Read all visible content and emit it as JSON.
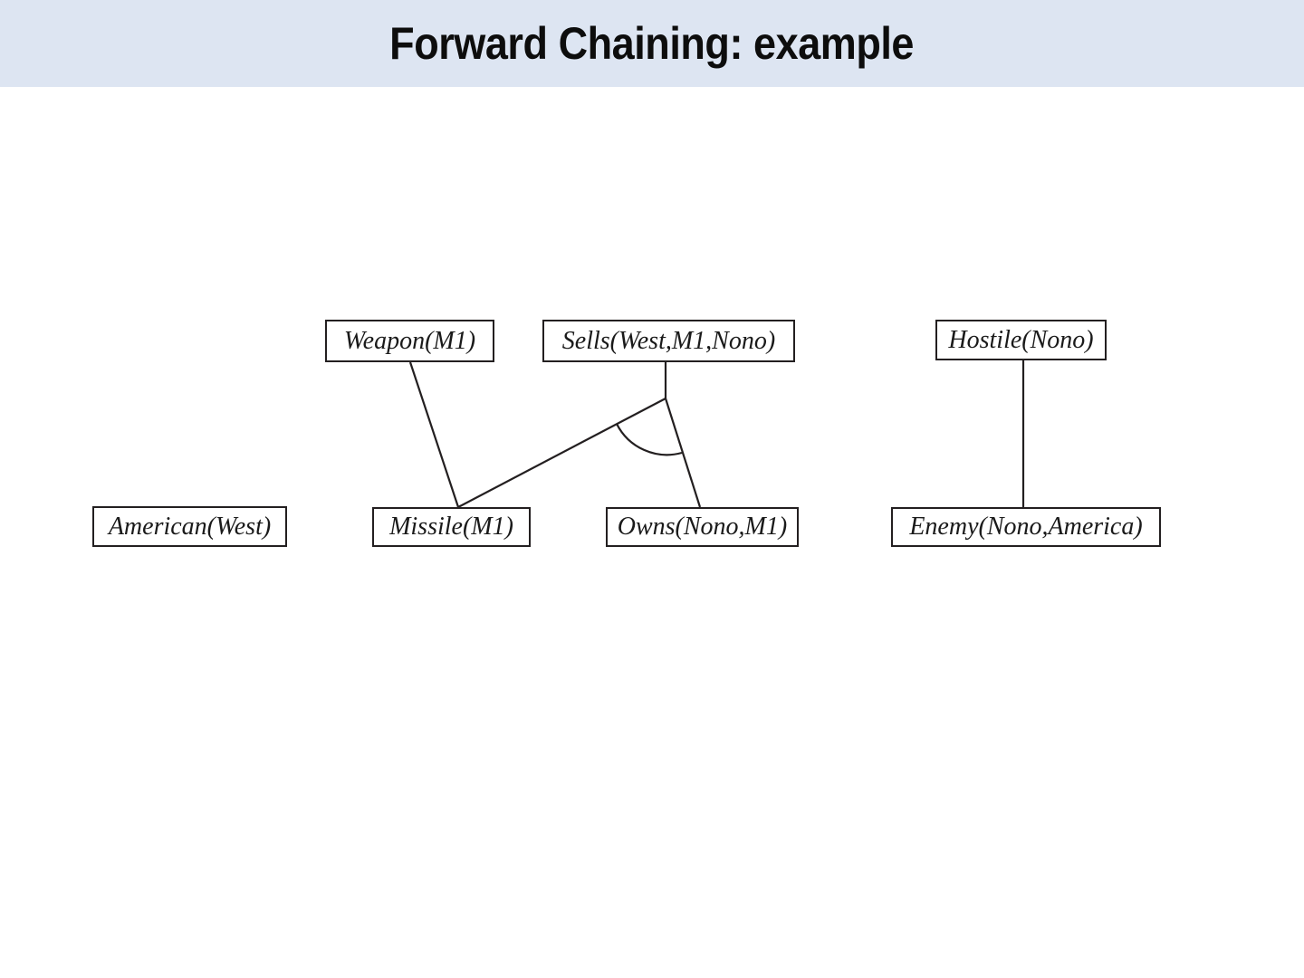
{
  "slide": {
    "title": "Forward Chaining: example",
    "header_bg": "#dde5f2",
    "body_bg": "#ffffff"
  },
  "diagram": {
    "type": "proof-tree",
    "node_border_color": "#231f20",
    "edge_color": "#231f20",
    "nodes": [
      {
        "id": "weapon",
        "label": "Weapon(M1)",
        "row": "top"
      },
      {
        "id": "sells",
        "label": "Sells(West,M1,Nono)",
        "row": "top"
      },
      {
        "id": "hostile",
        "label": "Hostile(Nono)",
        "row": "top"
      },
      {
        "id": "american",
        "label": "American(West)",
        "row": "bottom"
      },
      {
        "id": "missile",
        "label": "Missile(M1)",
        "row": "bottom"
      },
      {
        "id": "owns",
        "label": "Owns(Nono,M1)",
        "row": "bottom"
      },
      {
        "id": "enemy",
        "label": "Enemy(Nono,America)",
        "row": "bottom"
      }
    ],
    "edges": [
      {
        "from": "weapon",
        "to": "missile",
        "kind": "line"
      },
      {
        "from": "sells",
        "to": "missile",
        "kind": "conjunction-branch"
      },
      {
        "from": "sells",
        "to": "owns",
        "kind": "conjunction-branch"
      },
      {
        "from": "hostile",
        "to": "enemy",
        "kind": "line"
      }
    ],
    "conjunction_marker": {
      "for": "sells",
      "description": "arc joining the two branches below Sells(West,M1,Nono)"
    }
  }
}
